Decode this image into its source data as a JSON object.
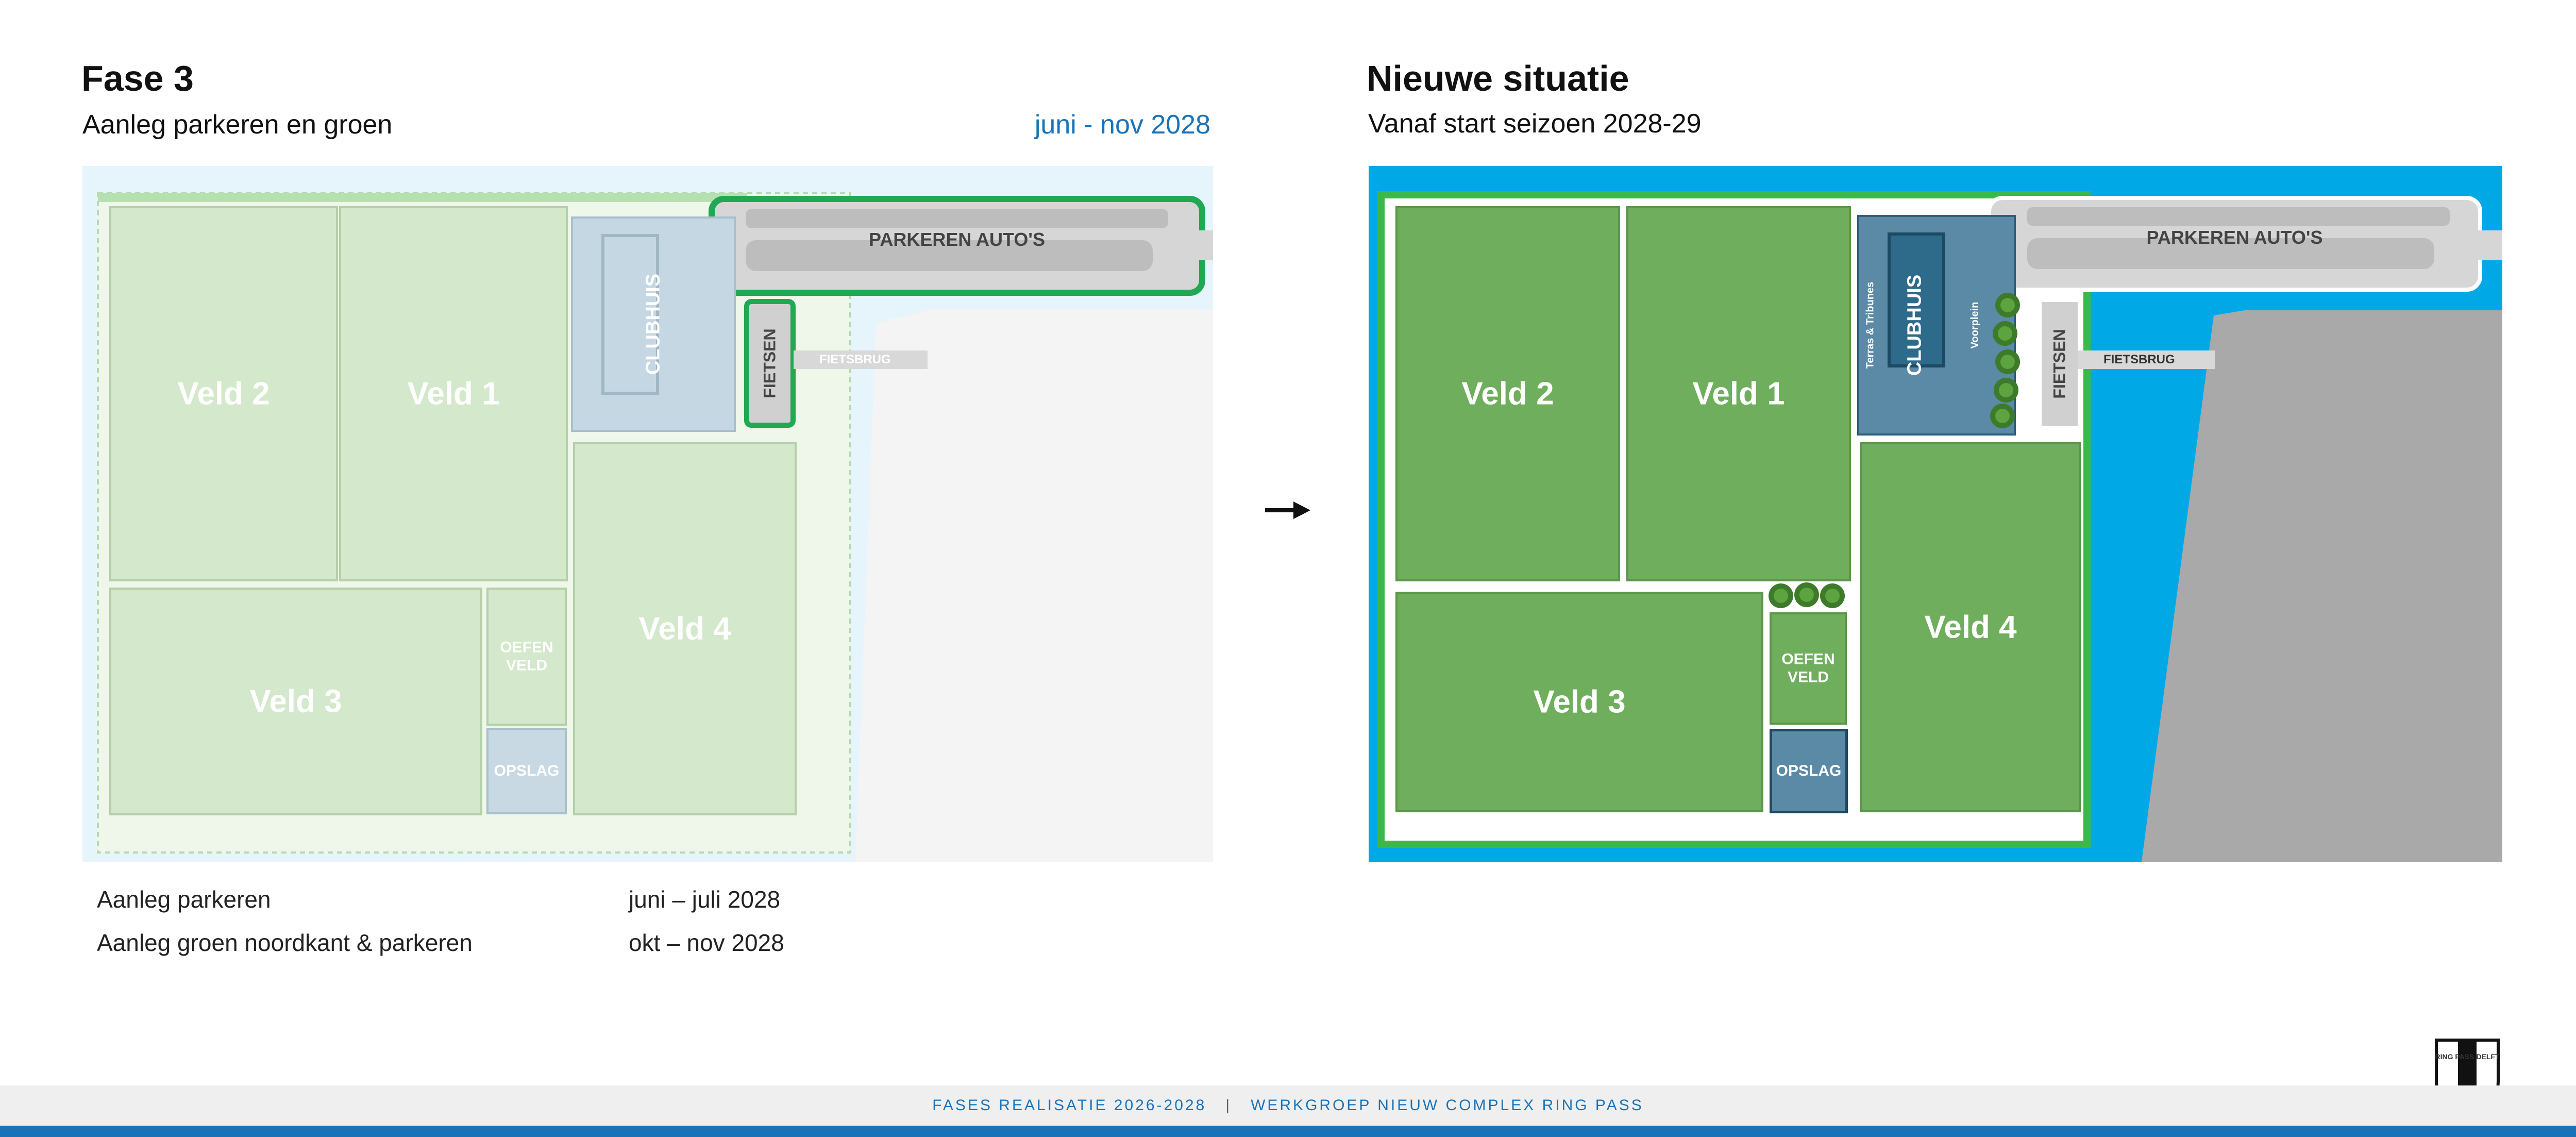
{
  "left": {
    "title": "Fase 3",
    "subtitle": "Aanleg parkeren en groen",
    "date_range": "juni - nov 2028",
    "map": {
      "parking_label": "PARKEREN AUTO'S",
      "clubhouse_label": "CLUBHUIS",
      "bikes_label": "FIETSEN",
      "bridge_label": "FIETSBRUG",
      "field_2": "Veld 2",
      "field_1": "Veld 1",
      "field_3": "Veld 3",
      "field_4": "Veld 4",
      "practice_label": "OEFEN\nVELD",
      "storage_label": "OPSLAG"
    },
    "schedule": [
      {
        "task": "Aanleg parkeren",
        "period": "juni – juli 2028"
      },
      {
        "task": "Aanleg groen noordkant & parkeren",
        "period": "okt – nov 2028"
      }
    ]
  },
  "right": {
    "title": "Nieuwe situatie",
    "subtitle": "Vanaf start seizoen 2028-29",
    "map": {
      "parking_label": "PARKEREN AUTO'S",
      "clubhouse_label": "CLUBHUIS",
      "terrace_label": "Terras & Tribunes",
      "forecourt_label": "Voorplein",
      "bikes_label": "FIETSEN",
      "bridge_label": "FIETSBRUG",
      "field_2": "Veld 2",
      "field_1": "Veld 1",
      "field_3": "Veld 3",
      "field_4": "Veld 4",
      "practice_label": "OEFEN\nVELD",
      "storage_label": "OPSLAG"
    }
  },
  "arrow_icon": "right-arrow-icon",
  "logo_icon": "club-shield-logo",
  "logo_text": "RING PASS DELFT",
  "footer": {
    "text": "FASES REALISATIE 2026-2028   |   WERKGROEP NIEUW COMPLEX RING PASS"
  },
  "colors": {
    "accent_blue": "#1a73b8",
    "water_blue": "#00a8e6",
    "field_green": "#6fae5c",
    "faded_green": "#d4e8cc",
    "building_blue": "#5b8aa6",
    "path_green": "#20a852"
  }
}
